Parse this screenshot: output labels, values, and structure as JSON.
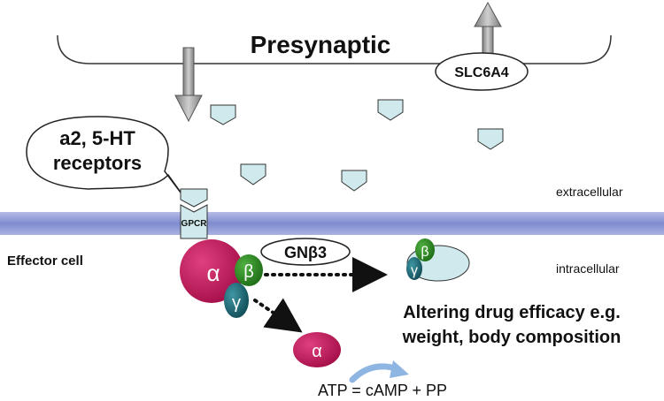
{
  "title": "Presynaptic",
  "transporter": "SLC6A4",
  "callout": {
    "line1": "a2, 5-HT",
    "line2": "receptors"
  },
  "receptor": "GPCR",
  "regions": {
    "extracellular": "extracellular",
    "intracellular": "intracellular",
    "effector": "Effector cell"
  },
  "subunits": {
    "alpha": "α",
    "beta": "β",
    "gamma": "γ"
  },
  "gene": "GNβ3",
  "effect": {
    "line1": "Altering drug efficacy e.g.",
    "line2": "weight, body composition"
  },
  "reaction": "ATP = cAMP + PP",
  "colors": {
    "membrane": "#8893cf",
    "ligand": "#cfe9ec",
    "alpha": "#c3185a",
    "beta": "#2e8a25",
    "gamma": "#1e6c79",
    "effector_protein": "#cfe9ec",
    "arrow_gray": "#9a9a9a",
    "cycle_arrow": "#8fb6e2"
  }
}
